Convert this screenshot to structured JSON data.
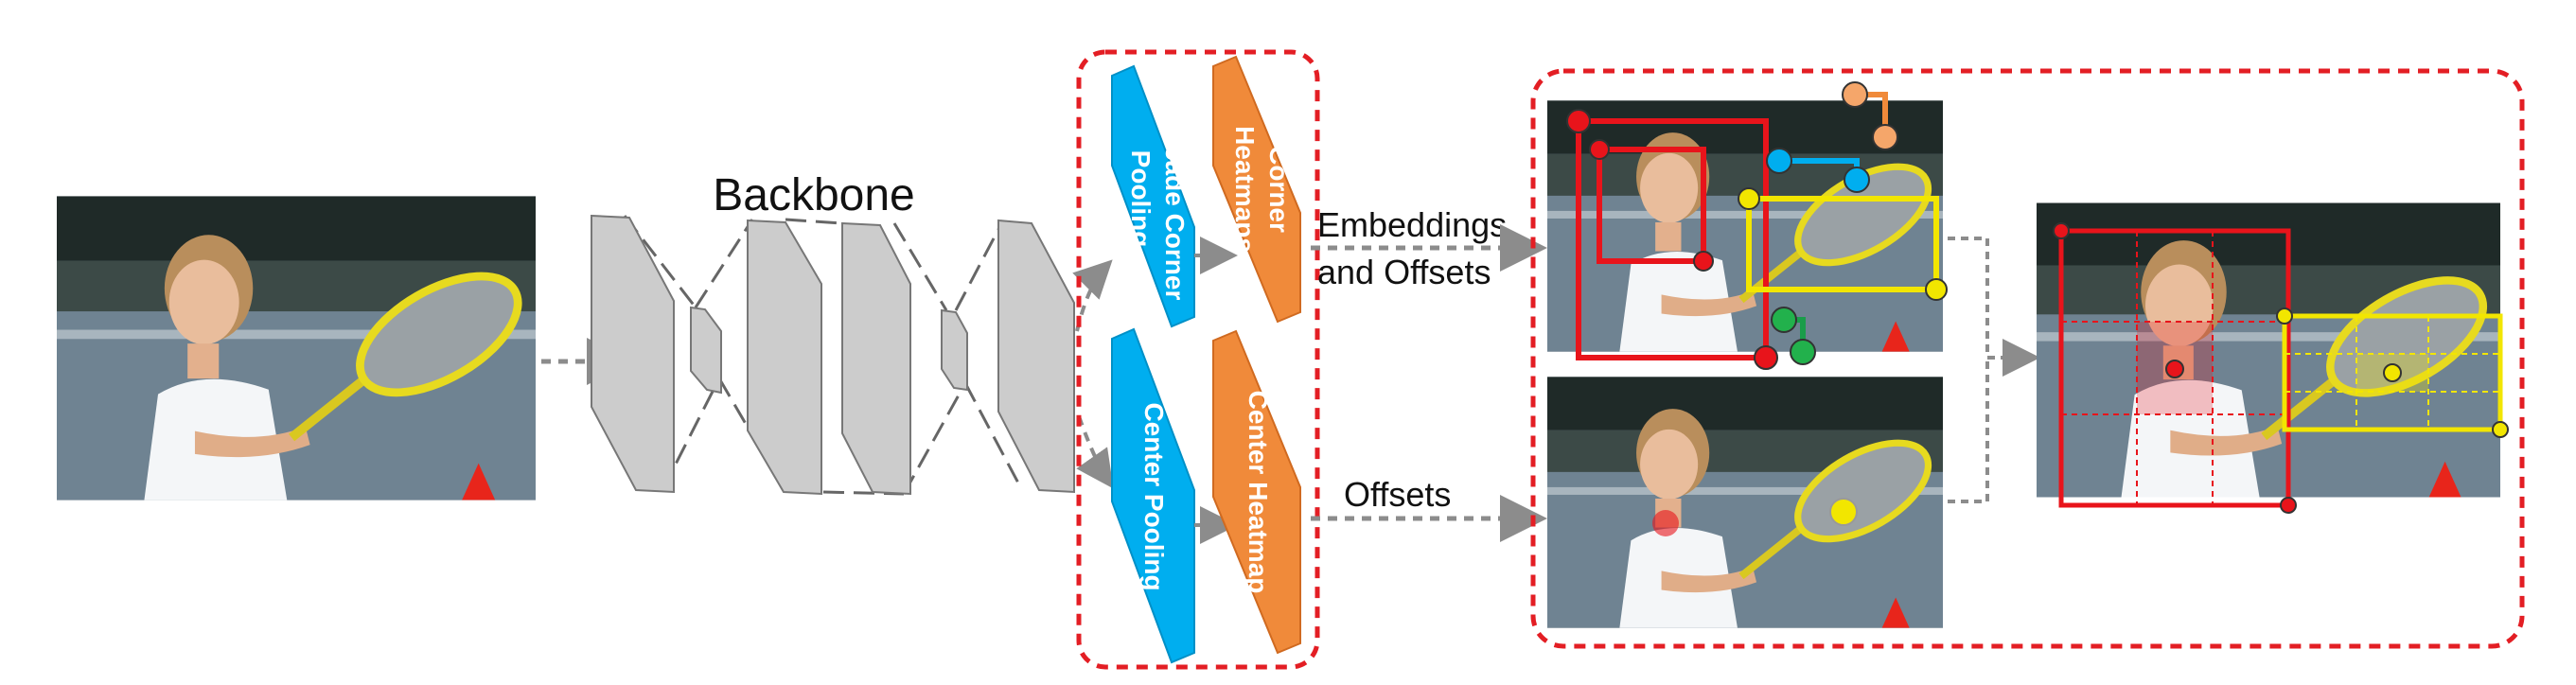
{
  "backbone": {
    "label": "Backbone"
  },
  "heads": {
    "cascade_corner_pooling": {
      "line1": "Cascade Corner",
      "line2": "Pooling"
    },
    "corner_heatmaps": {
      "line1": "Corner",
      "line2": "Heatmaps"
    },
    "center_pooling": {
      "label": "Center Pooling"
    },
    "center_heatmap": {
      "label": "Center Heatmap"
    }
  },
  "arrows": {
    "embeddings_offsets": {
      "line1": "Embeddings",
      "line2": "and Offsets"
    },
    "offsets": {
      "label": "Offsets"
    }
  },
  "colors": {
    "blue_pooling": "#00AEEF",
    "orange_heatmap": "#F08A3A",
    "red_box": "#E8141B",
    "yellow_box": "#F2E600",
    "dashed_frame": "#E31E24",
    "arrow_gray": "#8C8C8C"
  },
  "icons": [
    "input-photo",
    "backbone-feature-maps",
    "corner-keypoints",
    "center-keypoint",
    "result-photo"
  ]
}
